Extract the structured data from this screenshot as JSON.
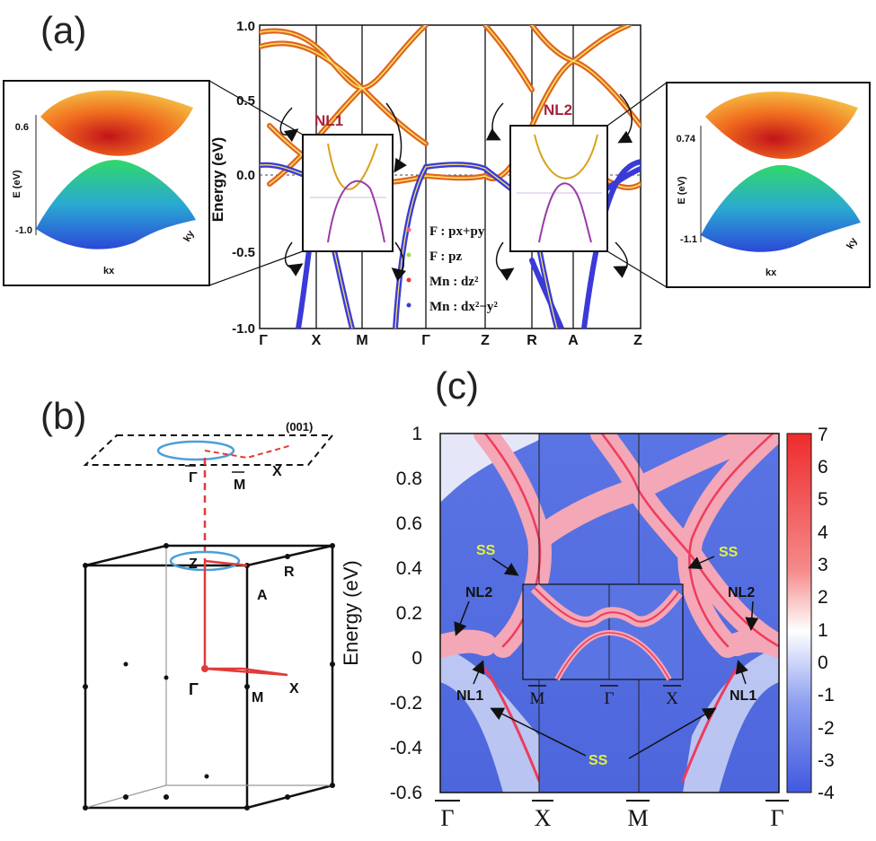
{
  "panel_a": {
    "label": "(a)",
    "ylabel": "Energy (eV)",
    "yticks": [
      "1.0",
      "0.5",
      "0.0",
      "-0.5",
      "-1.0"
    ],
    "kpath": [
      "Γ",
      "X",
      "M",
      "Γ",
      "Z",
      "R",
      "A",
      "Z"
    ],
    "nl1": "NL1",
    "nl2": "NL2",
    "legend": [
      {
        "label": "F : px+py",
        "color": "#ff5a8c"
      },
      {
        "label": "F : pz",
        "color": "#9be048"
      },
      {
        "label": "Mn : dz²",
        "color": "#e23a2a"
      },
      {
        "label": "Mn : dx²−y²",
        "color": "#3a3ad8"
      }
    ],
    "left_inset": {
      "e_label": "E (eV)",
      "top": "0.6",
      "bottom": "-1.0",
      "kx": "kx",
      "ky": "ky"
    },
    "right_inset": {
      "e_label": "E (eV)",
      "top": "0.74",
      "bottom": "-1.1",
      "kx": "kx",
      "ky": "ky"
    }
  },
  "panel_b": {
    "label": "(b)",
    "surface": "(001)",
    "surface_points": [
      "Γ",
      "M",
      "X"
    ],
    "bulk_points": [
      "Z",
      "R",
      "A",
      "Γ",
      "M",
      "X"
    ]
  },
  "panel_c": {
    "label": "(c)",
    "ylabel": "Energy (eV)",
    "yticks": [
      "1",
      "0.8",
      "0.6",
      "0.4",
      "0.2",
      "0",
      "-0.2",
      "-0.4",
      "-0.6"
    ],
    "xticks": [
      "Γ",
      "X",
      "M",
      "Γ"
    ],
    "inset_xticks": [
      "M",
      "Γ",
      "X"
    ],
    "colorbar_ticks": [
      "7",
      "6",
      "5",
      "4",
      "3",
      "2",
      "1",
      "0",
      "-1",
      "-2",
      "-3",
      "-4"
    ],
    "annotations": {
      "ss": "SS",
      "nl1": "NL1",
      "nl2": "NL2"
    }
  }
}
